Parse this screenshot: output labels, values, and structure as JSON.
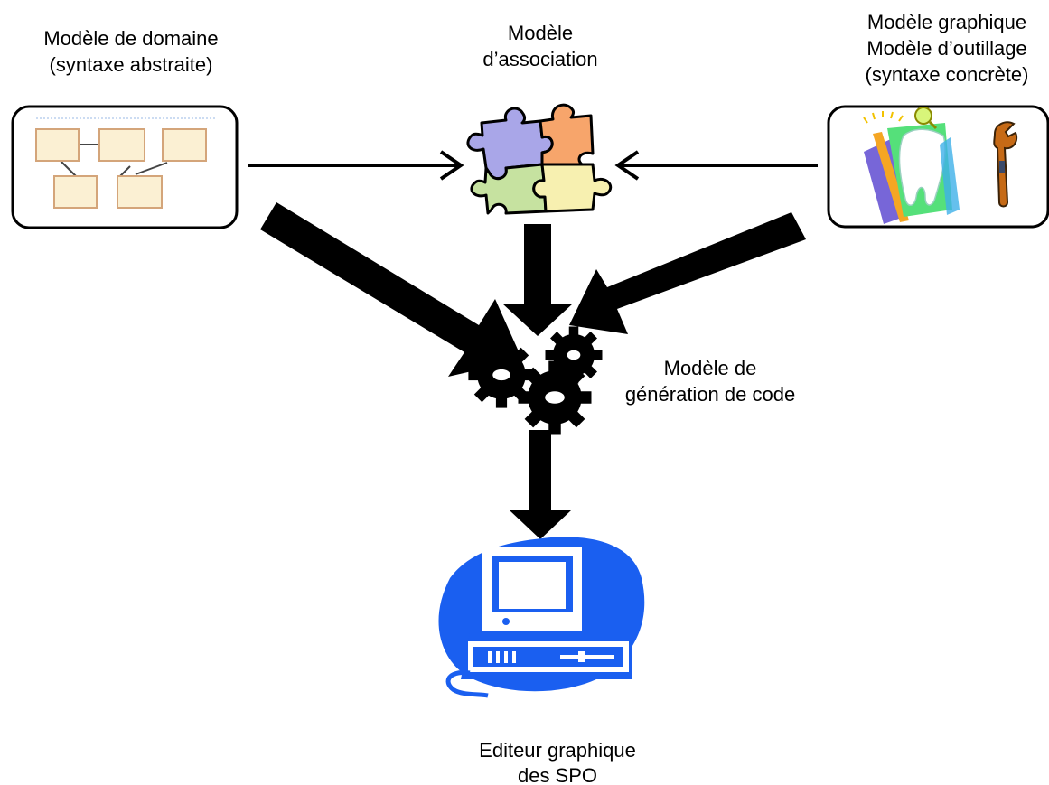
{
  "nodes": {
    "domain_model": {
      "lines": [
        "Modèle de domaine",
        "(syntaxe abstraite)"
      ]
    },
    "association_model": {
      "lines": [
        "Modèle",
        "d’association"
      ]
    },
    "graphical_model": {
      "lines": [
        "Modèle graphique",
        "Modèle d’outillage",
        "(syntaxe concrète)"
      ]
    },
    "code_generation_model": {
      "lines": [
        "Modèle de",
        "génération de code"
      ]
    },
    "graphical_editor": {
      "lines": [
        "Editeur graphique",
        "des SPO"
      ]
    }
  },
  "icons": {
    "domain_model": "class-diagram-icon",
    "association_model": "puzzle-icon",
    "graphical_model": "tools-icon",
    "code_generation_model": "gears-icon",
    "graphical_editor": "computer-icon"
  },
  "colors": {
    "arrow": "#000000",
    "computer": "#1a5ff0",
    "puzzle_purple": "#a9a6e8",
    "puzzle_orange": "#f7a56b",
    "puzzle_green": "#c6e2a0",
    "puzzle_yellow": "#f7f0b0",
    "class_box_fill": "#fbf0d3",
    "class_box_stroke": "#d4a57a"
  }
}
